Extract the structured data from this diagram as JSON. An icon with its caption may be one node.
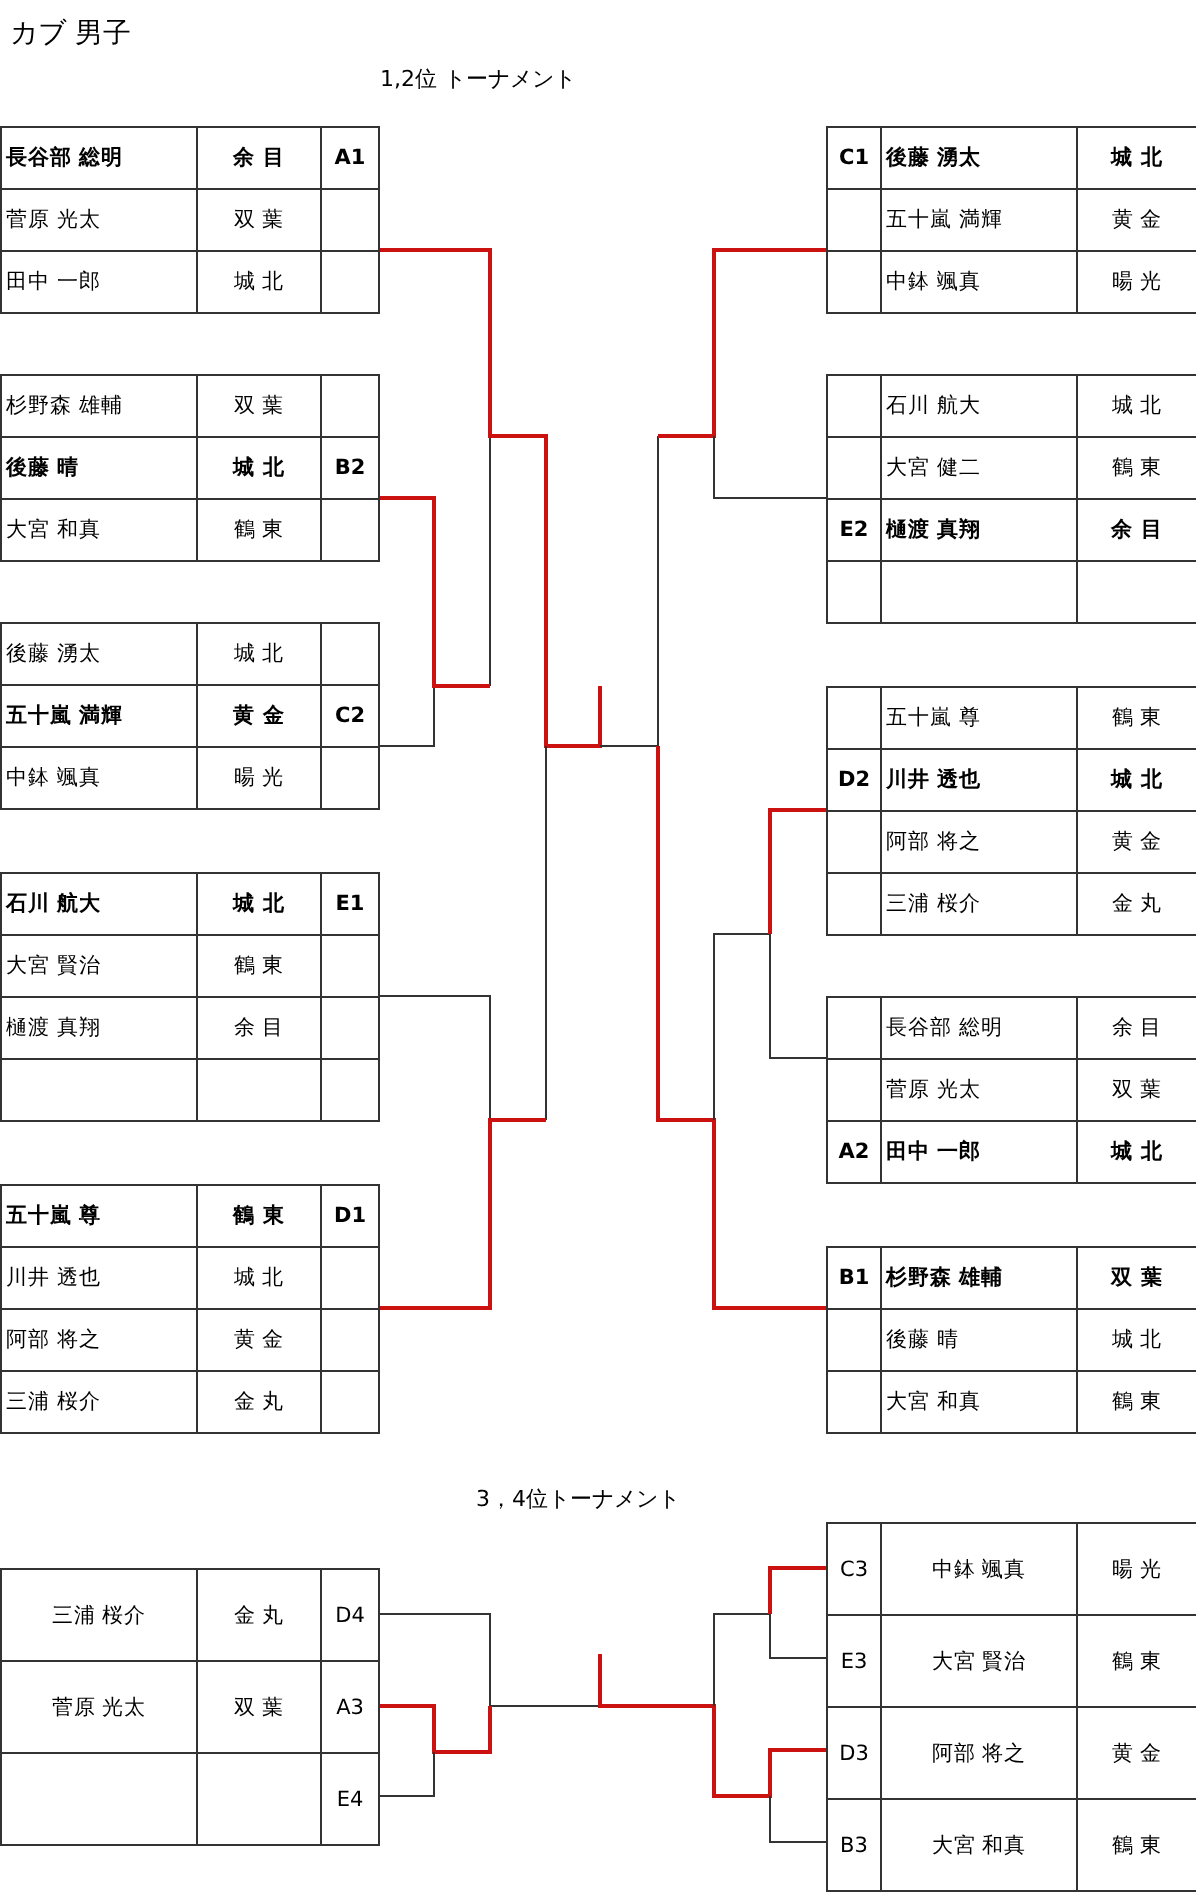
{
  "diagram": {
    "title": "カブ 男子",
    "labels": [
      "1,2位 トーナメント",
      "長谷部 総明",
      "余 目",
      "A1",
      "菅原 光太",
      "双 葉",
      "田中 一郎",
      "城 北",
      "杉野森 雄輔",
      "双 葉",
      "後藤 晴",
      "城 北",
      "B2",
      "大宮 和真",
      "鶴 東",
      "後藤 湧太",
      "城 北",
      "五十嵐 満輝",
      "黄 金",
      "C2",
      "中鉢 颯真",
      "暘 光",
      "石川 航大",
      "城 北",
      "E1",
      "大宮 賢治",
      "鶴 東",
      "樋渡 真翔",
      "余 目",
      "五十嵐 尊",
      "鶴 東",
      "D1",
      "川井 透也",
      "城 北",
      "阿部 将之",
      "黄 金",
      "三浦 桜介",
      "金 丸",
      "C1",
      "後藤 湧太",
      "城 北",
      "五十嵐 満輝",
      "黄 金",
      "中鉢 颯真",
      "暘 光",
      "石川 航大",
      "城 北",
      "大宮 健二",
      "鶴 東",
      "E2",
      "樋渡 真翔",
      "余 目",
      "五十嵐 尊",
      "鶴 東",
      "D2",
      "川井 透也",
      "城 北",
      "阿部 将之",
      "黄 金",
      "三浦 桜介",
      "金 丸",
      "長谷部 総明",
      "余 目",
      "菅原 光太",
      "双 葉",
      "A2",
      "田中 一郎",
      "城 北",
      "B1",
      "杉野森 雄輔",
      "双 葉",
      "後藤 晴",
      "城 北",
      "大宮 和真",
      "鶴 東",
      "3，4位トーナメント",
      "三浦 桜介",
      "金 丸",
      "D4",
      "菅原 光太",
      "双 葉",
      "A3",
      "E4",
      "C3",
      "中鉢 颯真",
      "暘 光",
      "E3",
      "大宮 賢治",
      "鶴 東",
      "D3",
      "阿部 将之",
      "黄 金",
      "B3",
      "大宮 和真",
      "鶴 東"
    ]
  }
}
